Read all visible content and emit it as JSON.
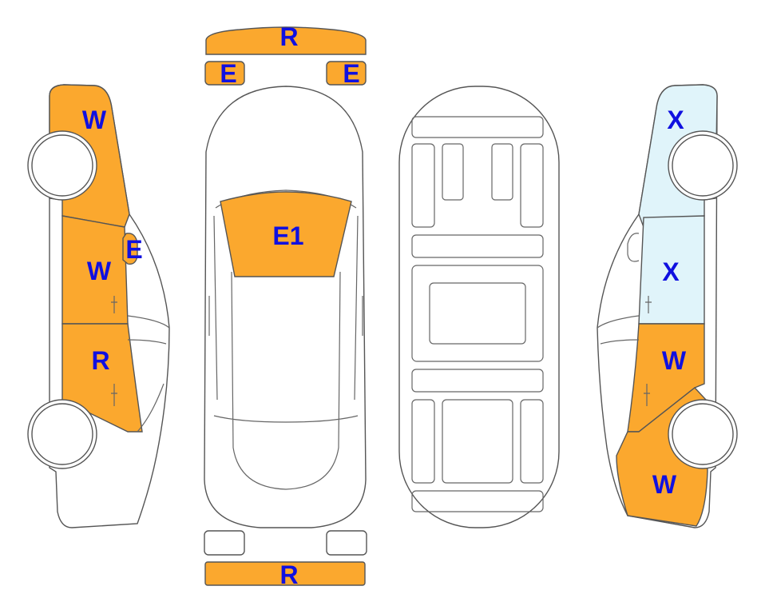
{
  "colors": {
    "damaged": "#FBA82E",
    "scratched": "#E0F4FA",
    "outline": "#555555",
    "label": "#1010E0"
  },
  "labels": {
    "rear_bumper_top": "R",
    "light_left_top": "E",
    "light_right_top": "E",
    "left_front_fender": "W",
    "left_front_door": "W",
    "left_mirror": "E",
    "left_rear_door": "R",
    "hood": "E1",
    "right_rear_fender": "X",
    "right_rear_door": "X",
    "right_front_door": "W",
    "right_front_fender": "W",
    "front_bumper_bottom": "R"
  }
}
